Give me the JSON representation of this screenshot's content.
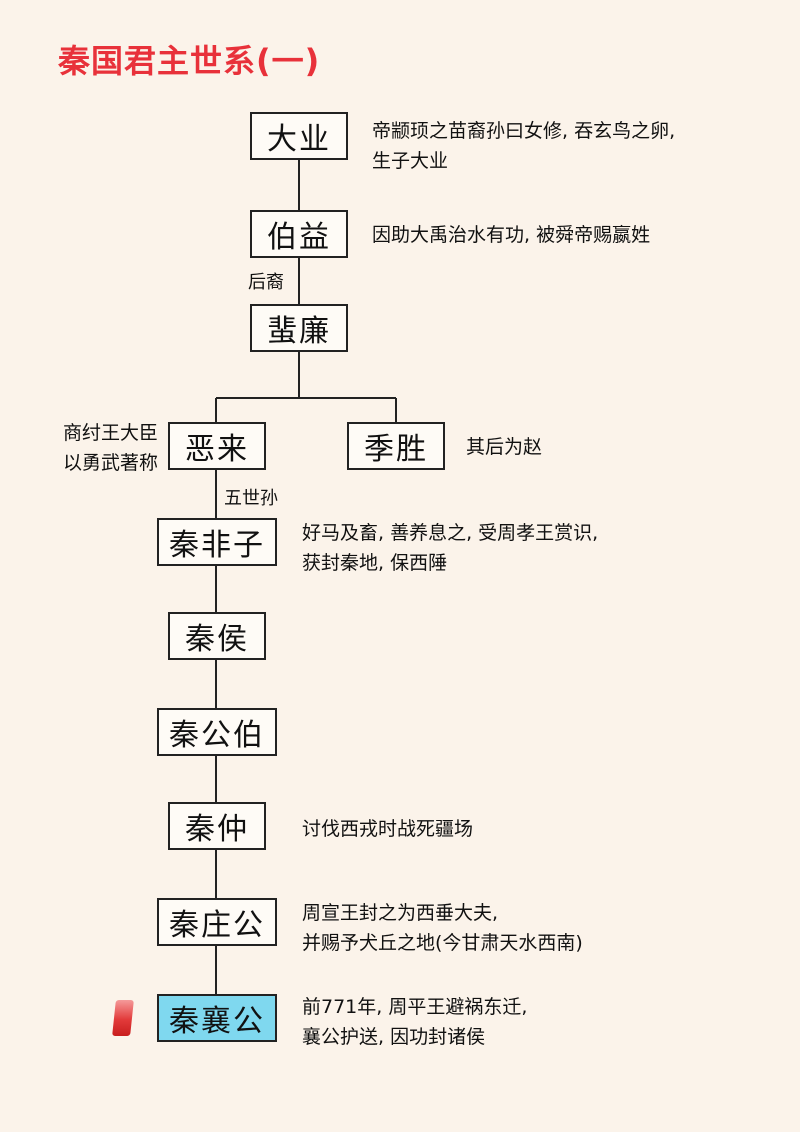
{
  "title": "秦国君主世系(一)",
  "nodes": [
    {
      "id": "dayе",
      "name": "大业",
      "note": [
        "帝颛顼之苗裔孙曰女修, 吞玄鸟之卵,",
        "生子大业"
      ]
    },
    {
      "id": "boyi",
      "name": "伯益",
      "note": [
        "因助大禹治水有功, 被舜帝赐嬴姓"
      ]
    },
    {
      "id": "feilian",
      "name": "蜚廉",
      "note": []
    },
    {
      "id": "elai",
      "name": "恶来",
      "note": [
        "商纣王大臣",
        "以勇武著称"
      ]
    },
    {
      "id": "jisheng",
      "name": "季胜",
      "note": [
        "其后为赵"
      ]
    },
    {
      "id": "qinfeizi",
      "name": "秦非子",
      "note": [
        "好马及畜, 善养息之, 受周孝王赏识,",
        "获封秦地, 保西陲"
      ]
    },
    {
      "id": "qinhou",
      "name": "秦侯",
      "note": []
    },
    {
      "id": "qingongbo",
      "name": "秦公伯",
      "note": []
    },
    {
      "id": "qinzhong",
      "name": "秦仲",
      "note": [
        "讨伐西戎时战死疆场"
      ]
    },
    {
      "id": "qinzhuanggong",
      "name": "秦庄公",
      "note": [
        "周宣王封之为西垂大夫,",
        "并赐予犬丘之地(今甘肃天水西南)"
      ]
    },
    {
      "id": "qinxianggong",
      "name": "秦襄公",
      "note": [
        "前771年, 周平王避祸东迁,",
        "襄公护送, 因功封诸侯"
      ]
    }
  ],
  "edge_labels": {
    "boyi_feilian": "后裔",
    "elai_qinfeizi": "五世孙"
  },
  "colors": {
    "title": "#e8313a",
    "highlight": "#7fd8ef",
    "background": "#fbf3ea"
  }
}
